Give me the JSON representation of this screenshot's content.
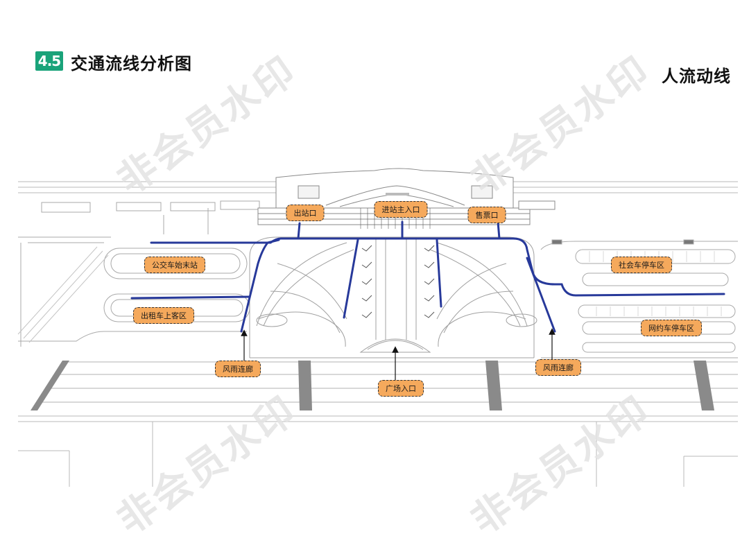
{
  "header": {
    "badge": "4.5",
    "title": "交通流线分析图",
    "right_title": "人流动线"
  },
  "watermark": "非会员水印",
  "labels": {
    "exit": "出站口",
    "main_entrance": "进站主入口",
    "ticket": "售票口",
    "bus_terminal": "公交车始末站",
    "taxi": "出租车上客区",
    "social_parking": "社会车停车区",
    "ride_hailing": "网约车停车区",
    "corridor_left": "风雨连廊",
    "corridor_right": "风雨连廊",
    "plaza_entrance": "广场入口"
  },
  "colors": {
    "flow_line": "#27399a",
    "label_fill": "#f5a95c",
    "badge": "#1aa37a",
    "linework": "#9a9a9a"
  }
}
